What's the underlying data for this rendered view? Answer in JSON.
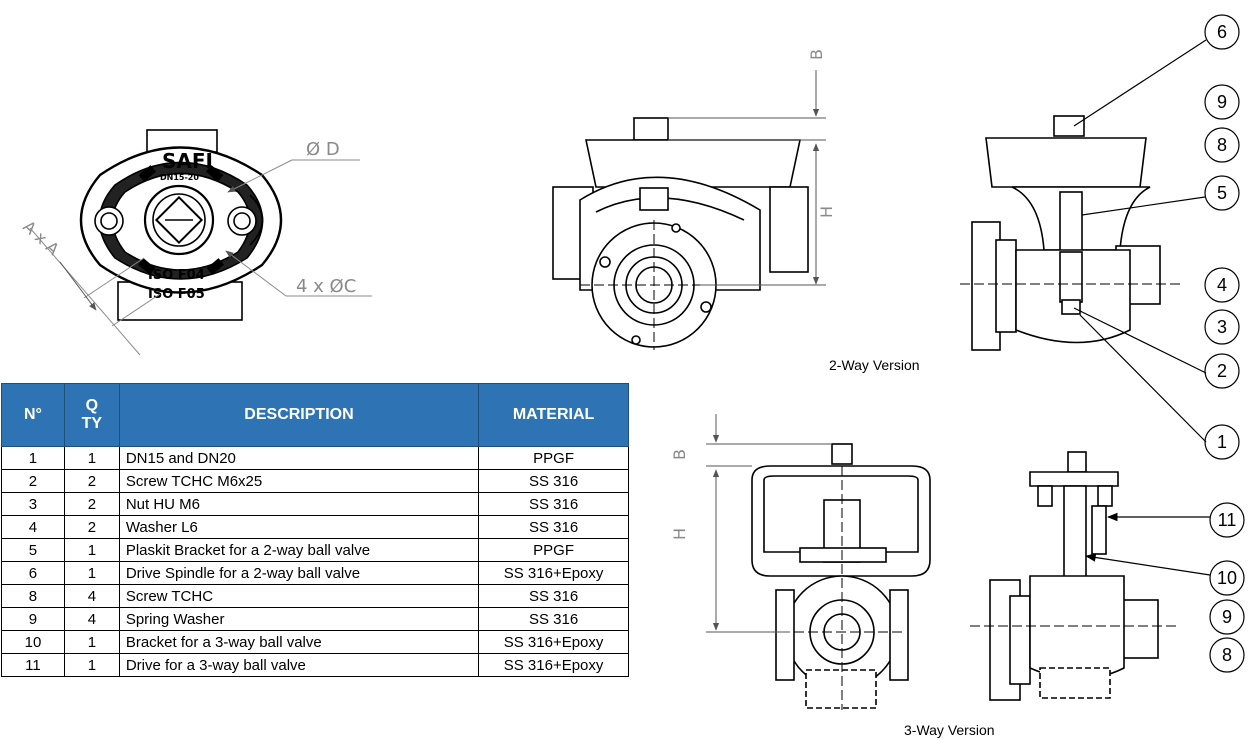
{
  "table": {
    "headers": {
      "no": "N°",
      "qty_line1": "Q",
      "qty_line2": "TY",
      "description": "DESCRIPTION",
      "material": "MATERIAL"
    },
    "rows": [
      {
        "no": "1",
        "qty": "1",
        "description": "DN15 and DN20",
        "material": "PPGF"
      },
      {
        "no": "2",
        "qty": "2",
        "description": "Screw TCHC M6x25",
        "material": "SS 316"
      },
      {
        "no": "3",
        "qty": "2",
        "description": "Nut HU M6",
        "material": "SS 316"
      },
      {
        "no": "4",
        "qty": "2",
        "description": "Washer L6",
        "material": "SS 316"
      },
      {
        "no": "5",
        "qty": "1",
        "description": "Plaskit Bracket for a 2-way ball valve",
        "material": "PPGF"
      },
      {
        "no": "6",
        "qty": "1",
        "description": "Drive Spindle for a 2-way ball valve",
        "material": "SS 316+Epoxy"
      },
      {
        "no": "8",
        "qty": "4",
        "description": "Screw TCHC",
        "material": "SS 316"
      },
      {
        "no": "9",
        "qty": "4",
        "description": "Spring Washer",
        "material": "SS 316"
      },
      {
        "no": "10",
        "qty": "1",
        "description": "Bracket for a  3-way ball valve",
        "material": "SS 316+Epoxy"
      },
      {
        "no": "11",
        "qty": "1",
        "description": "Drive  for a 3-way ball valve",
        "material": "SS 316+Epoxy"
      }
    ]
  },
  "top_view": {
    "logo": "SAFI",
    "model": "DN15-20",
    "iso_line1": "ISO F04",
    "iso_line2": "ISO F05",
    "dim_d": "Ø D",
    "dim_c": "4 x ØC",
    "dim_a": "A x A"
  },
  "two_way": {
    "caption": "2-Way Version",
    "dim_b": "B",
    "dim_h": "H",
    "callouts": [
      "6",
      "9",
      "8",
      "5",
      "4",
      "3",
      "2",
      "1"
    ]
  },
  "three_way": {
    "caption": "3-Way Version",
    "dim_b": "B",
    "dim_h": "H",
    "callouts": [
      "11",
      "10",
      "9",
      "8"
    ]
  }
}
